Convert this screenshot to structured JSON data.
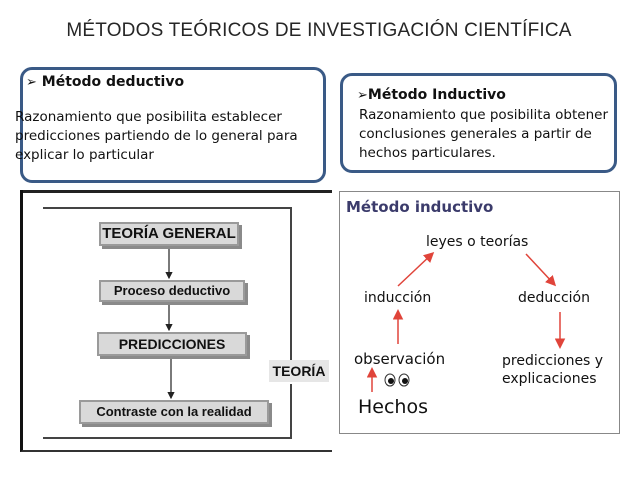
{
  "title": "MÉTODOS TEÓRICOS  DE INVESTIGACIÓN CIENTÍFICA",
  "deductive_box": {
    "heading": "Método deductivo",
    "body": "Razonamiento que posibilita establecer predicciones partiendo de lo general para explicar lo particular"
  },
  "inductive_box": {
    "heading": "Método Inductivo",
    "body": "Razonamiento que posibilita obtener conclusiones generales a partir de hechos particulares."
  },
  "deductive_diagram": {
    "step1": "TEORÍA GENERAL",
    "step2": "Proceso deductivo",
    "step3": "PREDICCIONES",
    "step4": "Contraste con la realidad",
    "side_label": "TEORÍA"
  },
  "inductive_diagram": {
    "title": "Método inductivo",
    "laws": "leyes o teorías",
    "induction": "inducción",
    "deduction": "deducción",
    "observation": "observación",
    "predictions": "predicciones y explicaciones",
    "facts": "Hechos"
  },
  "colors": {
    "box_border": "#3a5a86",
    "arrow_red": "#e0443a",
    "block_fill": "#d9d9d9"
  },
  "icons": {
    "bullet": "arrowhead-bullet-icon",
    "eyes": "eyes-icon"
  }
}
